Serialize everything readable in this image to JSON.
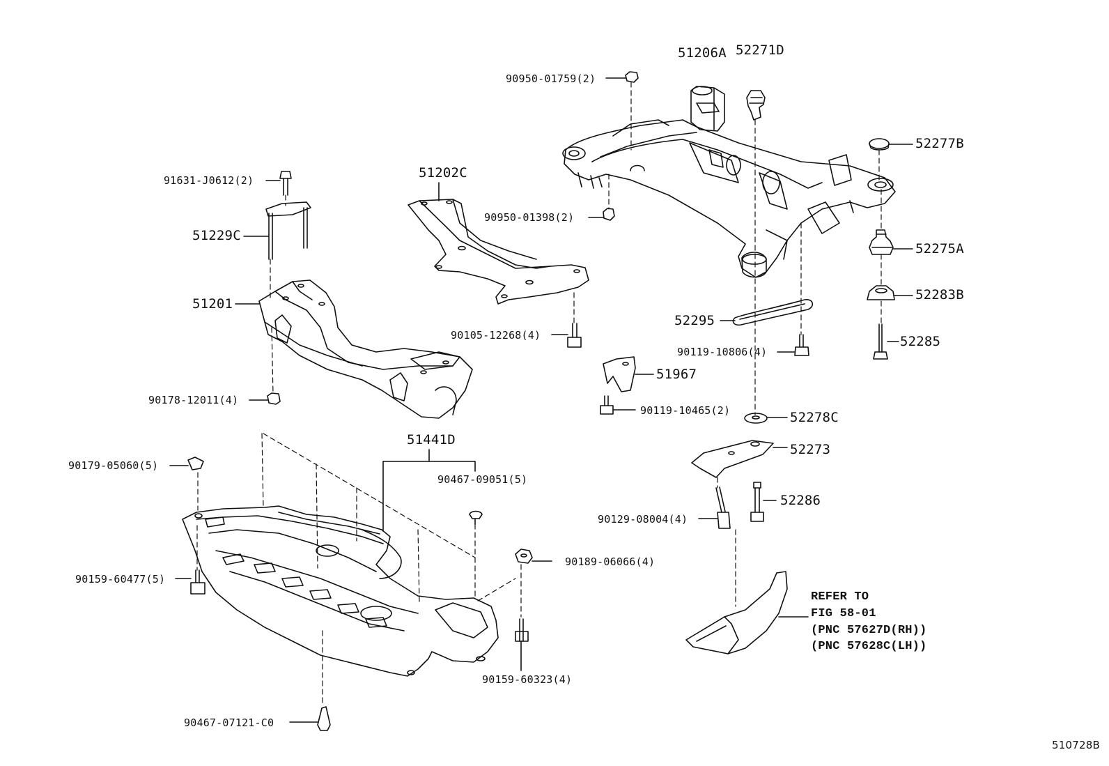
{
  "colors": {
    "ink": "#111111",
    "paper": "#ffffff",
    "shade": "#9a9a9a"
  },
  "labels": {
    "p51206A": "51206A",
    "p52271D": "52271D",
    "p90950_01759": "90950-01759(2)",
    "p52277B": "52277B",
    "p91631_J0612": "91631-J0612(2)",
    "p51202C": "51202C",
    "p90950_01398": "90950-01398(2)",
    "p52275A": "52275A",
    "p51229C": "51229C",
    "p52283B": "52283B",
    "p51201": "51201",
    "p52295": "52295",
    "p90105_12268": "90105-12268(4)",
    "p52285": "52285",
    "p90119_10806": "90119-10806(4)",
    "p51967": "51967",
    "p90178_12011": "90178-12011(4)",
    "p90119_10465": "90119-10465(2)",
    "p52278C": "52278C",
    "p51441D": "51441D",
    "p52273": "52273",
    "p90179_05060": "90179-05060(5)",
    "p90467_09051": "90467-09051(5)",
    "p52286": "52286",
    "p90129_08004": "90129-08004(4)",
    "p90189_06066": "90189-06066(4)",
    "p90159_60477": "90159-60477(5)",
    "p90159_60323": "90159-60323(4)",
    "p90467_07121": "90467-07121-C0"
  },
  "refer_note": {
    "line1": "REFER TO",
    "line2": "FIG 58-01",
    "line3": "(PNC 57627D(RH))",
    "line4": "(PNC 57628C(LH))"
  },
  "illustration_id": "510728B"
}
